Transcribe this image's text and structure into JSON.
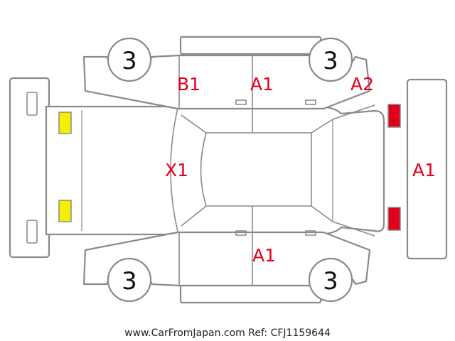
{
  "colors": {
    "damage": "#e0001b",
    "yellow_lamp": "#f4f000",
    "red_lamp": "#e0001b",
    "outline": "#8a8a8a"
  },
  "tyres": {
    "front_left": "3",
    "front_right": "3",
    "rear_left": "3",
    "rear_right": "3"
  },
  "damage_codes": {
    "rear_upper_door": "B1",
    "front_upper_door": "A1",
    "front_upper_fender": "A2",
    "roof": "X1",
    "front_bumper": "A1",
    "front_lower_door": "A1"
  },
  "lamps": {
    "rear": "yellow",
    "front": "red"
  },
  "footer": "www.CarFromJapan.com Ref: CFJ1159644"
}
